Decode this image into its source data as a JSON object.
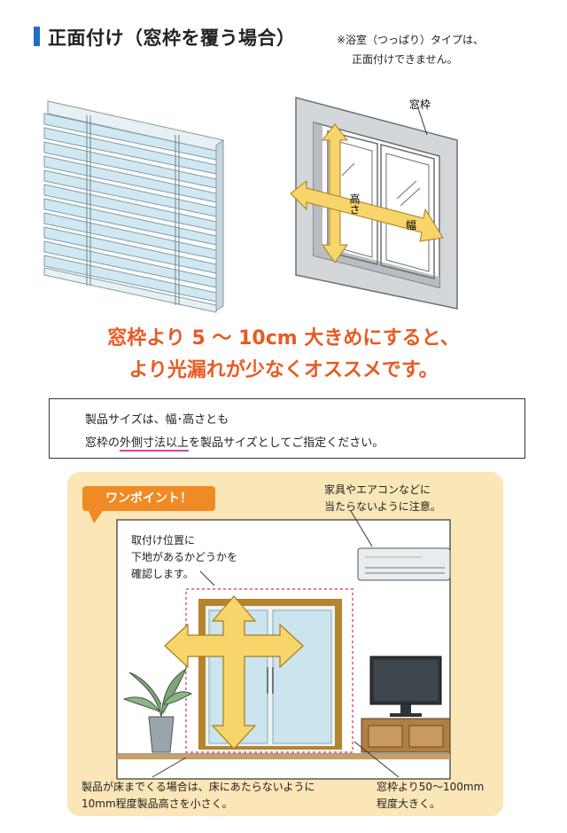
{
  "header": {
    "title": "正面付け（窓枠を覆う場合）",
    "note_line1": "※浴室（つっぱり）タイプは、",
    "note_line2": "正面付けできません。"
  },
  "frame_diagram": {
    "frame_label": "窓枠",
    "height_label": "高さ",
    "width_label": "幅"
  },
  "recommendation": {
    "line1": "窓枠より 5 ～ 10cm 大きめにすると、",
    "line2": "より光漏れが少なくオススメです。"
  },
  "info": {
    "line1": "製品サイズは、幅･高さとも",
    "line2_prefix": "窓枠の",
    "line2_emphasis": "外側寸法以上",
    "line2_suffix": "を製品サイズとしてご指定ください。"
  },
  "onepoint": {
    "badge": "ワンポイント！",
    "aircon_note_line1": "家具やエアコンなどに",
    "aircon_note_line2": "当たらないように注意。",
    "check_note_line1": "取付け位置に",
    "check_note_line2": "下地があるかどうかを",
    "check_note_line3": "確認します。",
    "floor_note_line1": "製品が床までくる場合は、床にあたらないように",
    "floor_note_line2": "10mm程度製品高さを小さく。",
    "size_note_line1": "窓枠より50～100mm",
    "size_note_line2": "程度大きく。"
  },
  "colors": {
    "accent_blue": "#1f6fc5",
    "recommend_orange": "#e85a24",
    "badge_orange": "#f08a24",
    "panel_beige": "#fbe6b7",
    "arrow_yellow": "#f7d56a",
    "underline_pink": "#e23fa0"
  }
}
